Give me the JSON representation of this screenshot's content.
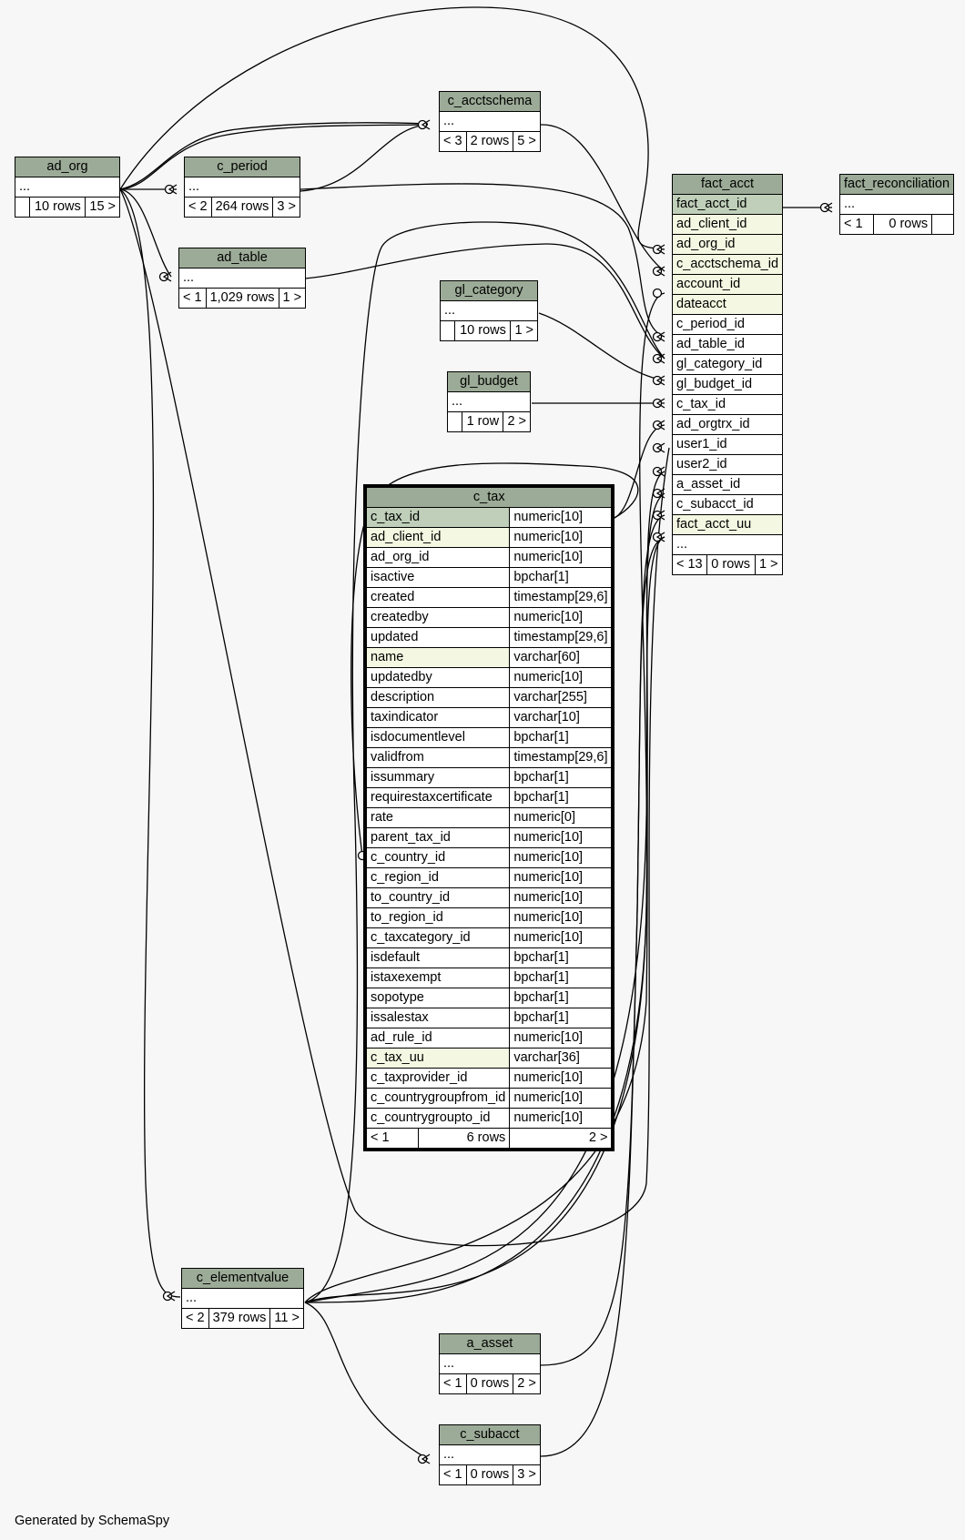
{
  "footer": "Generated by SchemaSpy",
  "tables": {
    "ad_org": {
      "name": "ad_org",
      "cols": [
        "..."
      ],
      "foot": [
        "",
        "10 rows",
        "15 >"
      ]
    },
    "c_period": {
      "name": "c_period",
      "cols": [
        "..."
      ],
      "foot": [
        "< 2",
        "264 rows",
        "3 >"
      ]
    },
    "ad_table": {
      "name": "ad_table",
      "cols": [
        "..."
      ],
      "foot": [
        "< 1",
        "1,029 rows",
        "1 >"
      ]
    },
    "c_acctschema": {
      "name": "c_acctschema",
      "cols": [
        "..."
      ],
      "foot": [
        "< 3",
        "2 rows",
        "5 >"
      ]
    },
    "gl_category": {
      "name": "gl_category",
      "cols": [
        "..."
      ],
      "foot": [
        "",
        "10 rows",
        "1 >"
      ]
    },
    "gl_budget": {
      "name": "gl_budget",
      "cols": [
        "..."
      ],
      "foot": [
        "",
        "1 row",
        "2 >"
      ]
    },
    "fact_acct": {
      "name": "fact_acct",
      "cols": [
        "fact_acct_id",
        "ad_client_id",
        "ad_org_id",
        "c_acctschema_id",
        "account_id",
        "dateacct",
        "c_period_id",
        "ad_table_id",
        "gl_category_id",
        "gl_budget_id",
        "c_tax_id",
        "ad_orgtrx_id",
        "user1_id",
        "user2_id",
        "a_asset_id",
        "c_subacct_id",
        "fact_acct_uu",
        "..."
      ],
      "foot": [
        "< 13",
        "0 rows",
        "1 >"
      ]
    },
    "fact_reconciliation": {
      "name": "fact_reconciliation",
      "cols": [
        "..."
      ],
      "foot": [
        "< 1",
        "0 rows",
        ""
      ]
    },
    "c_elementvalue": {
      "name": "c_elementvalue",
      "cols": [
        "..."
      ],
      "foot": [
        "< 2",
        "379 rows",
        "11 >"
      ]
    },
    "a_asset": {
      "name": "a_asset",
      "cols": [
        "..."
      ],
      "foot": [
        "< 1",
        "0 rows",
        "2 >"
      ]
    },
    "c_subacct": {
      "name": "c_subacct",
      "cols": [
        "..."
      ],
      "foot": [
        "< 1",
        "0 rows",
        "3 >"
      ]
    },
    "c_tax": {
      "name": "c_tax",
      "cols": [
        [
          "c_tax_id",
          "numeric[10]"
        ],
        [
          "ad_client_id",
          "numeric[10]"
        ],
        [
          "ad_org_id",
          "numeric[10]"
        ],
        [
          "isactive",
          "bpchar[1]"
        ],
        [
          "created",
          "timestamp[29,6]"
        ],
        [
          "createdby",
          "numeric[10]"
        ],
        [
          "updated",
          "timestamp[29,6]"
        ],
        [
          "name",
          "varchar[60]"
        ],
        [
          "updatedby",
          "numeric[10]"
        ],
        [
          "description",
          "varchar[255]"
        ],
        [
          "taxindicator",
          "varchar[10]"
        ],
        [
          "isdocumentlevel",
          "bpchar[1]"
        ],
        [
          "validfrom",
          "timestamp[29,6]"
        ],
        [
          "issummary",
          "bpchar[1]"
        ],
        [
          "requirestaxcertificate",
          "bpchar[1]"
        ],
        [
          "rate",
          "numeric[0]"
        ],
        [
          "parent_tax_id",
          "numeric[10]"
        ],
        [
          "c_country_id",
          "numeric[10]"
        ],
        [
          "c_region_id",
          "numeric[10]"
        ],
        [
          "to_country_id",
          "numeric[10]"
        ],
        [
          "to_region_id",
          "numeric[10]"
        ],
        [
          "c_taxcategory_id",
          "numeric[10]"
        ],
        [
          "isdefault",
          "bpchar[1]"
        ],
        [
          "istaxexempt",
          "bpchar[1]"
        ],
        [
          "sopotype",
          "bpchar[1]"
        ],
        [
          "issalestax",
          "bpchar[1]"
        ],
        [
          "ad_rule_id",
          "numeric[10]"
        ],
        [
          "c_tax_uu",
          "varchar[36]"
        ],
        [
          "c_taxprovider_id",
          "numeric[10]"
        ],
        [
          "c_countrygroupfrom_id",
          "numeric[10]"
        ],
        [
          "c_countrygroupto_id",
          "numeric[10]"
        ]
      ],
      "foot": [
        "< 1",
        "6 rows",
        "2 >"
      ]
    }
  },
  "colors": {
    "header": "#9cab97",
    "primary_key": "#bfcfb9",
    "indexed": "#f4f7e1",
    "row": "#ffffff",
    "background": "#f7f7f7"
  }
}
